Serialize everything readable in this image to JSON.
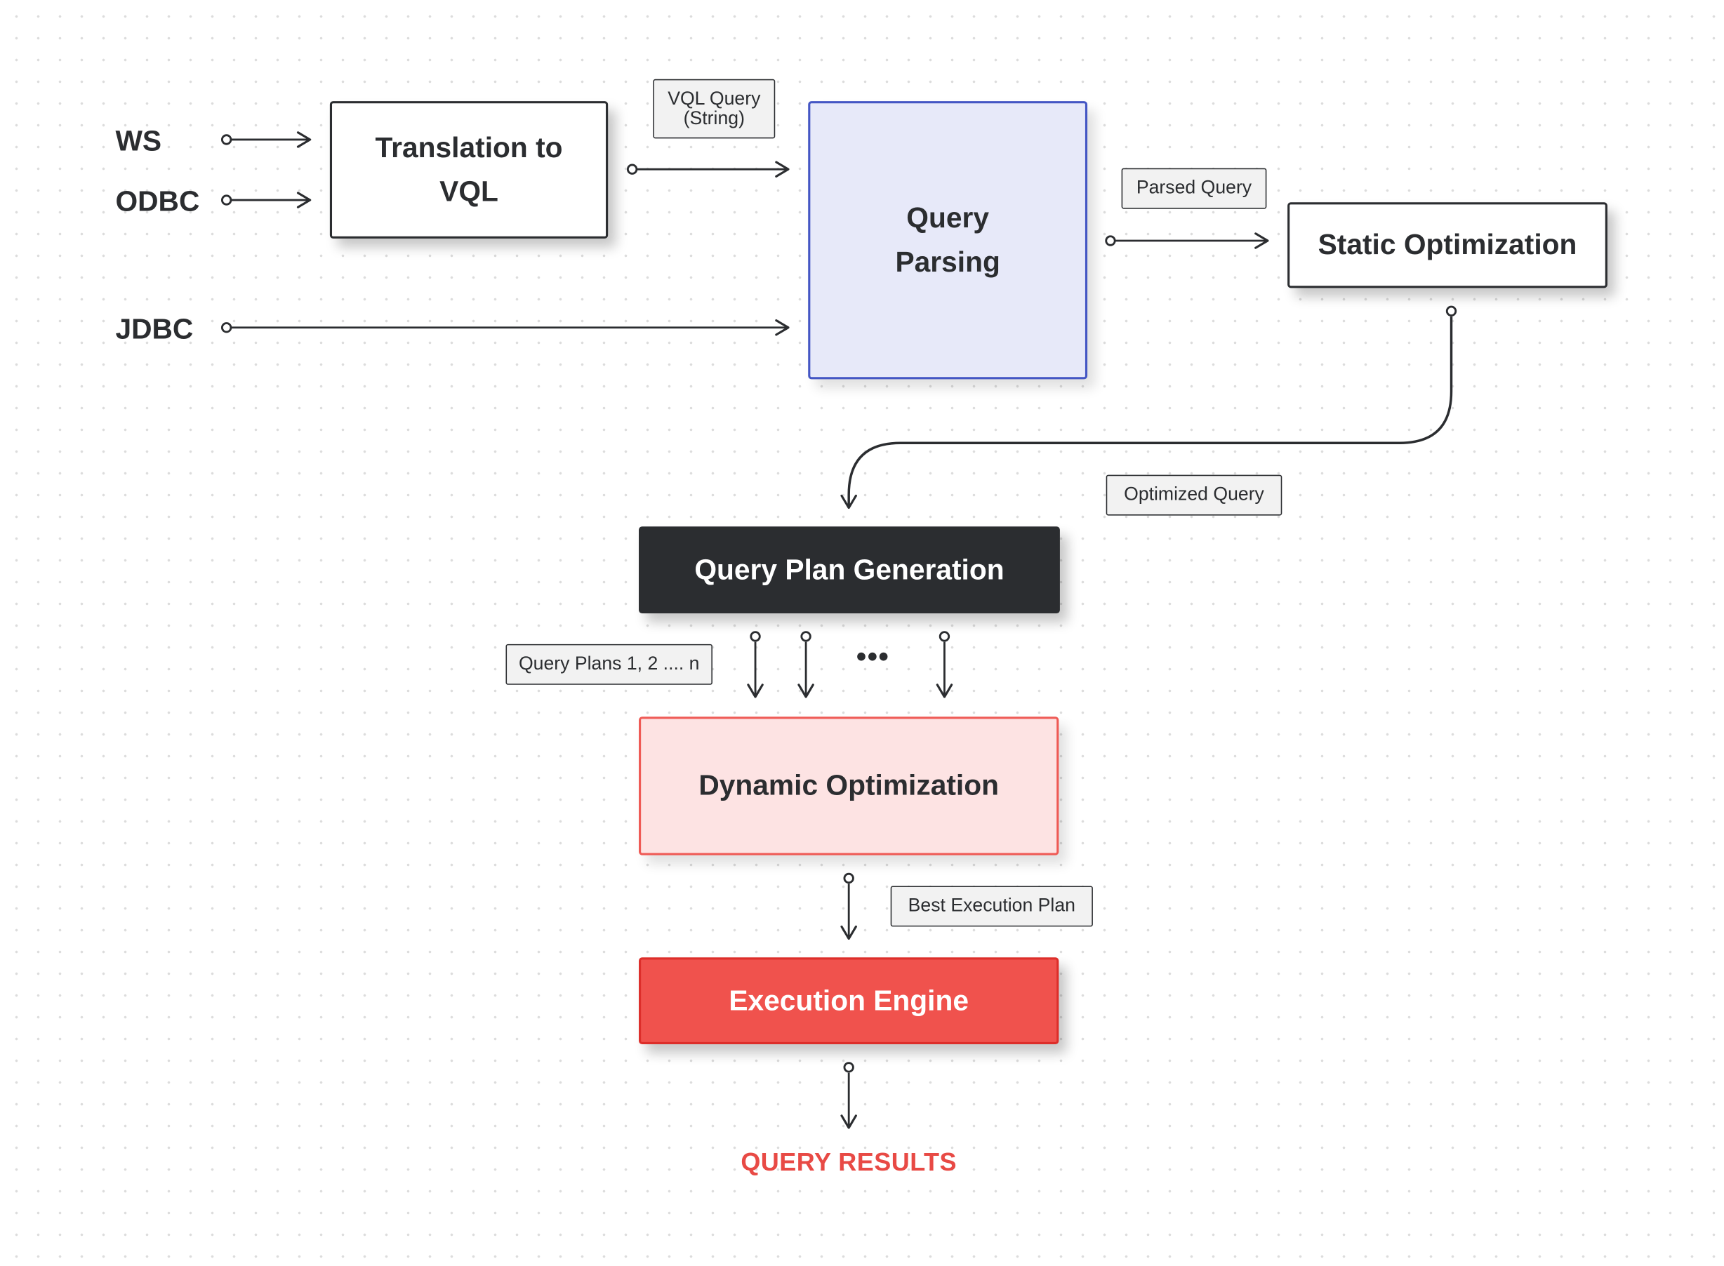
{
  "diagram": {
    "colors": {
      "ink": "#2b2d30",
      "parsing_fill": "#e7e9f9",
      "parsing_border": "#4456c4",
      "dynamic_fill": "#fde3e3",
      "dynamic_border": "#ef5a55",
      "engine_fill": "#f0524d",
      "result_text": "#e84a45"
    },
    "sources": {
      "ws": "WS",
      "odbc": "ODBC",
      "jdbc": "JDBC"
    },
    "nodes": {
      "translation": "Translation to VQL",
      "parsing": "Query Parsing",
      "static_optimization": "Static Optimization",
      "plan_generation": "Query Plan Generation",
      "dynamic_optimization": "Dynamic Optimization",
      "execution_engine": "Execution Engine"
    },
    "edge_labels": {
      "vql_query": "VQL Query (String)",
      "parsed_query": "Parsed Query",
      "optimized_query": "Optimized Query",
      "query_plans": "Query Plans 1, 2 .... n",
      "best_plan": "Best Execution Plan"
    },
    "ellipsis": "•••",
    "result": "QUERY RESULTS"
  }
}
